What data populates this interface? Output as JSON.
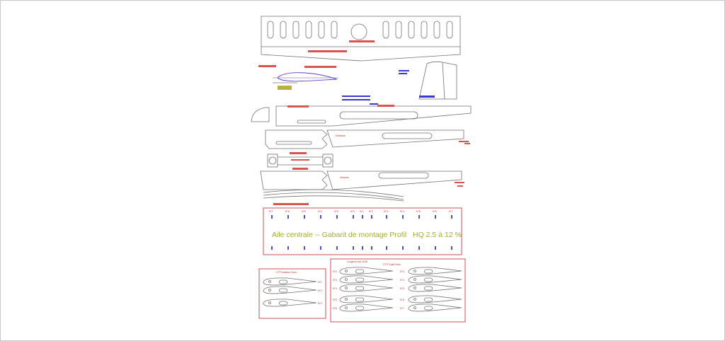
{
  "jig": {
    "title": "Aile centrale -- Gabarit de montage Profil   HQ 2.5 à 12 %",
    "title_color": "#a8a832",
    "rib_labels": [
      "N°7",
      "N°6",
      "N°5",
      "N°4",
      "N°3",
      "N°2",
      "N°1",
      "N°2",
      "N°3",
      "N°4",
      "N°5",
      "N°6",
      "N°7"
    ]
  },
  "left_box": {
    "title": "CTP Aviation 2mm",
    "labels": [
      "N°1",
      "N°2",
      "N°3"
    ]
  },
  "right_box": {
    "title": "CTP 3 plis 3mm",
    "spar_label": "Longeron pin 10x5",
    "left_labels": [
      "N°2",
      "N°3",
      "N°4",
      "N°5",
      "N°6"
    ],
    "right_labels": [
      "N°3",
      "N°4",
      "N°5",
      "N°6",
      "N°7"
    ]
  },
  "part_labels": {
    "wing_top": "Extrados",
    "wing_bottom": "Intrados"
  },
  "colors": {
    "red": "#d9534f",
    "blue": "#3a3ad0",
    "olive": "#b8b040",
    "frame": "#c85050"
  }
}
